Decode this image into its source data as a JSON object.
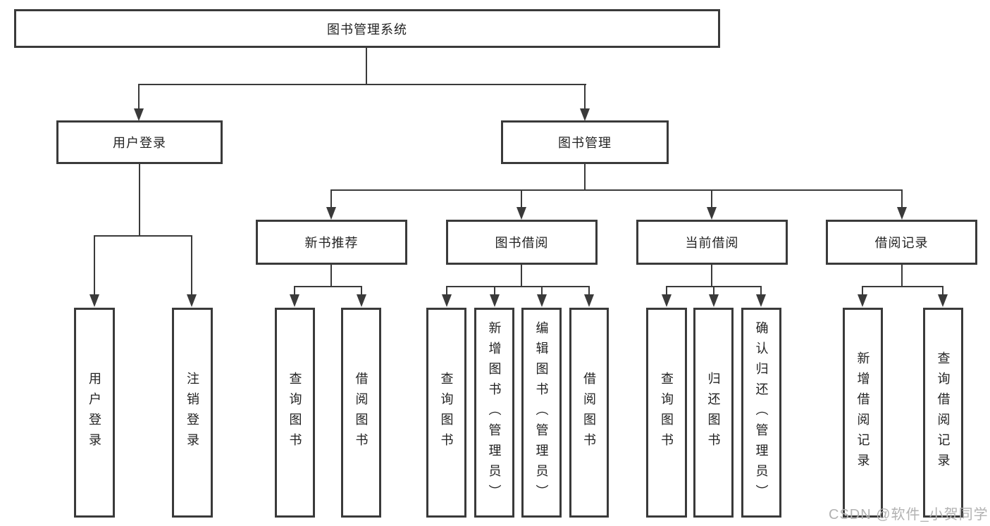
{
  "diagram": {
    "root": {
      "label": "图书管理系统"
    },
    "level1": [
      {
        "label": "用户登录"
      },
      {
        "label": "图书管理"
      }
    ],
    "level2": [
      {
        "label": "新书推荐"
      },
      {
        "label": "图书借阅"
      },
      {
        "label": "当前借阅"
      },
      {
        "label": "借阅记录"
      }
    ],
    "leaves": {
      "user": [
        "用户登录",
        "注销登录"
      ],
      "recommend": [
        "查询图书",
        "借阅图书"
      ],
      "borrow": [
        "查询图书",
        "新增图书（管理员）",
        "编辑图书（管理员）",
        "借阅图书"
      ],
      "current": [
        "查询图书",
        "归还图书",
        "确认归还（管理员）"
      ],
      "records": [
        "新增借阅记录",
        "查询借阅记录"
      ]
    },
    "colors": {
      "line": "#3a3a3a",
      "text": "#232323",
      "watermark": "#b2b2b2"
    }
  },
  "watermark": {
    "text": "CSDN @软件_小贺同学"
  }
}
